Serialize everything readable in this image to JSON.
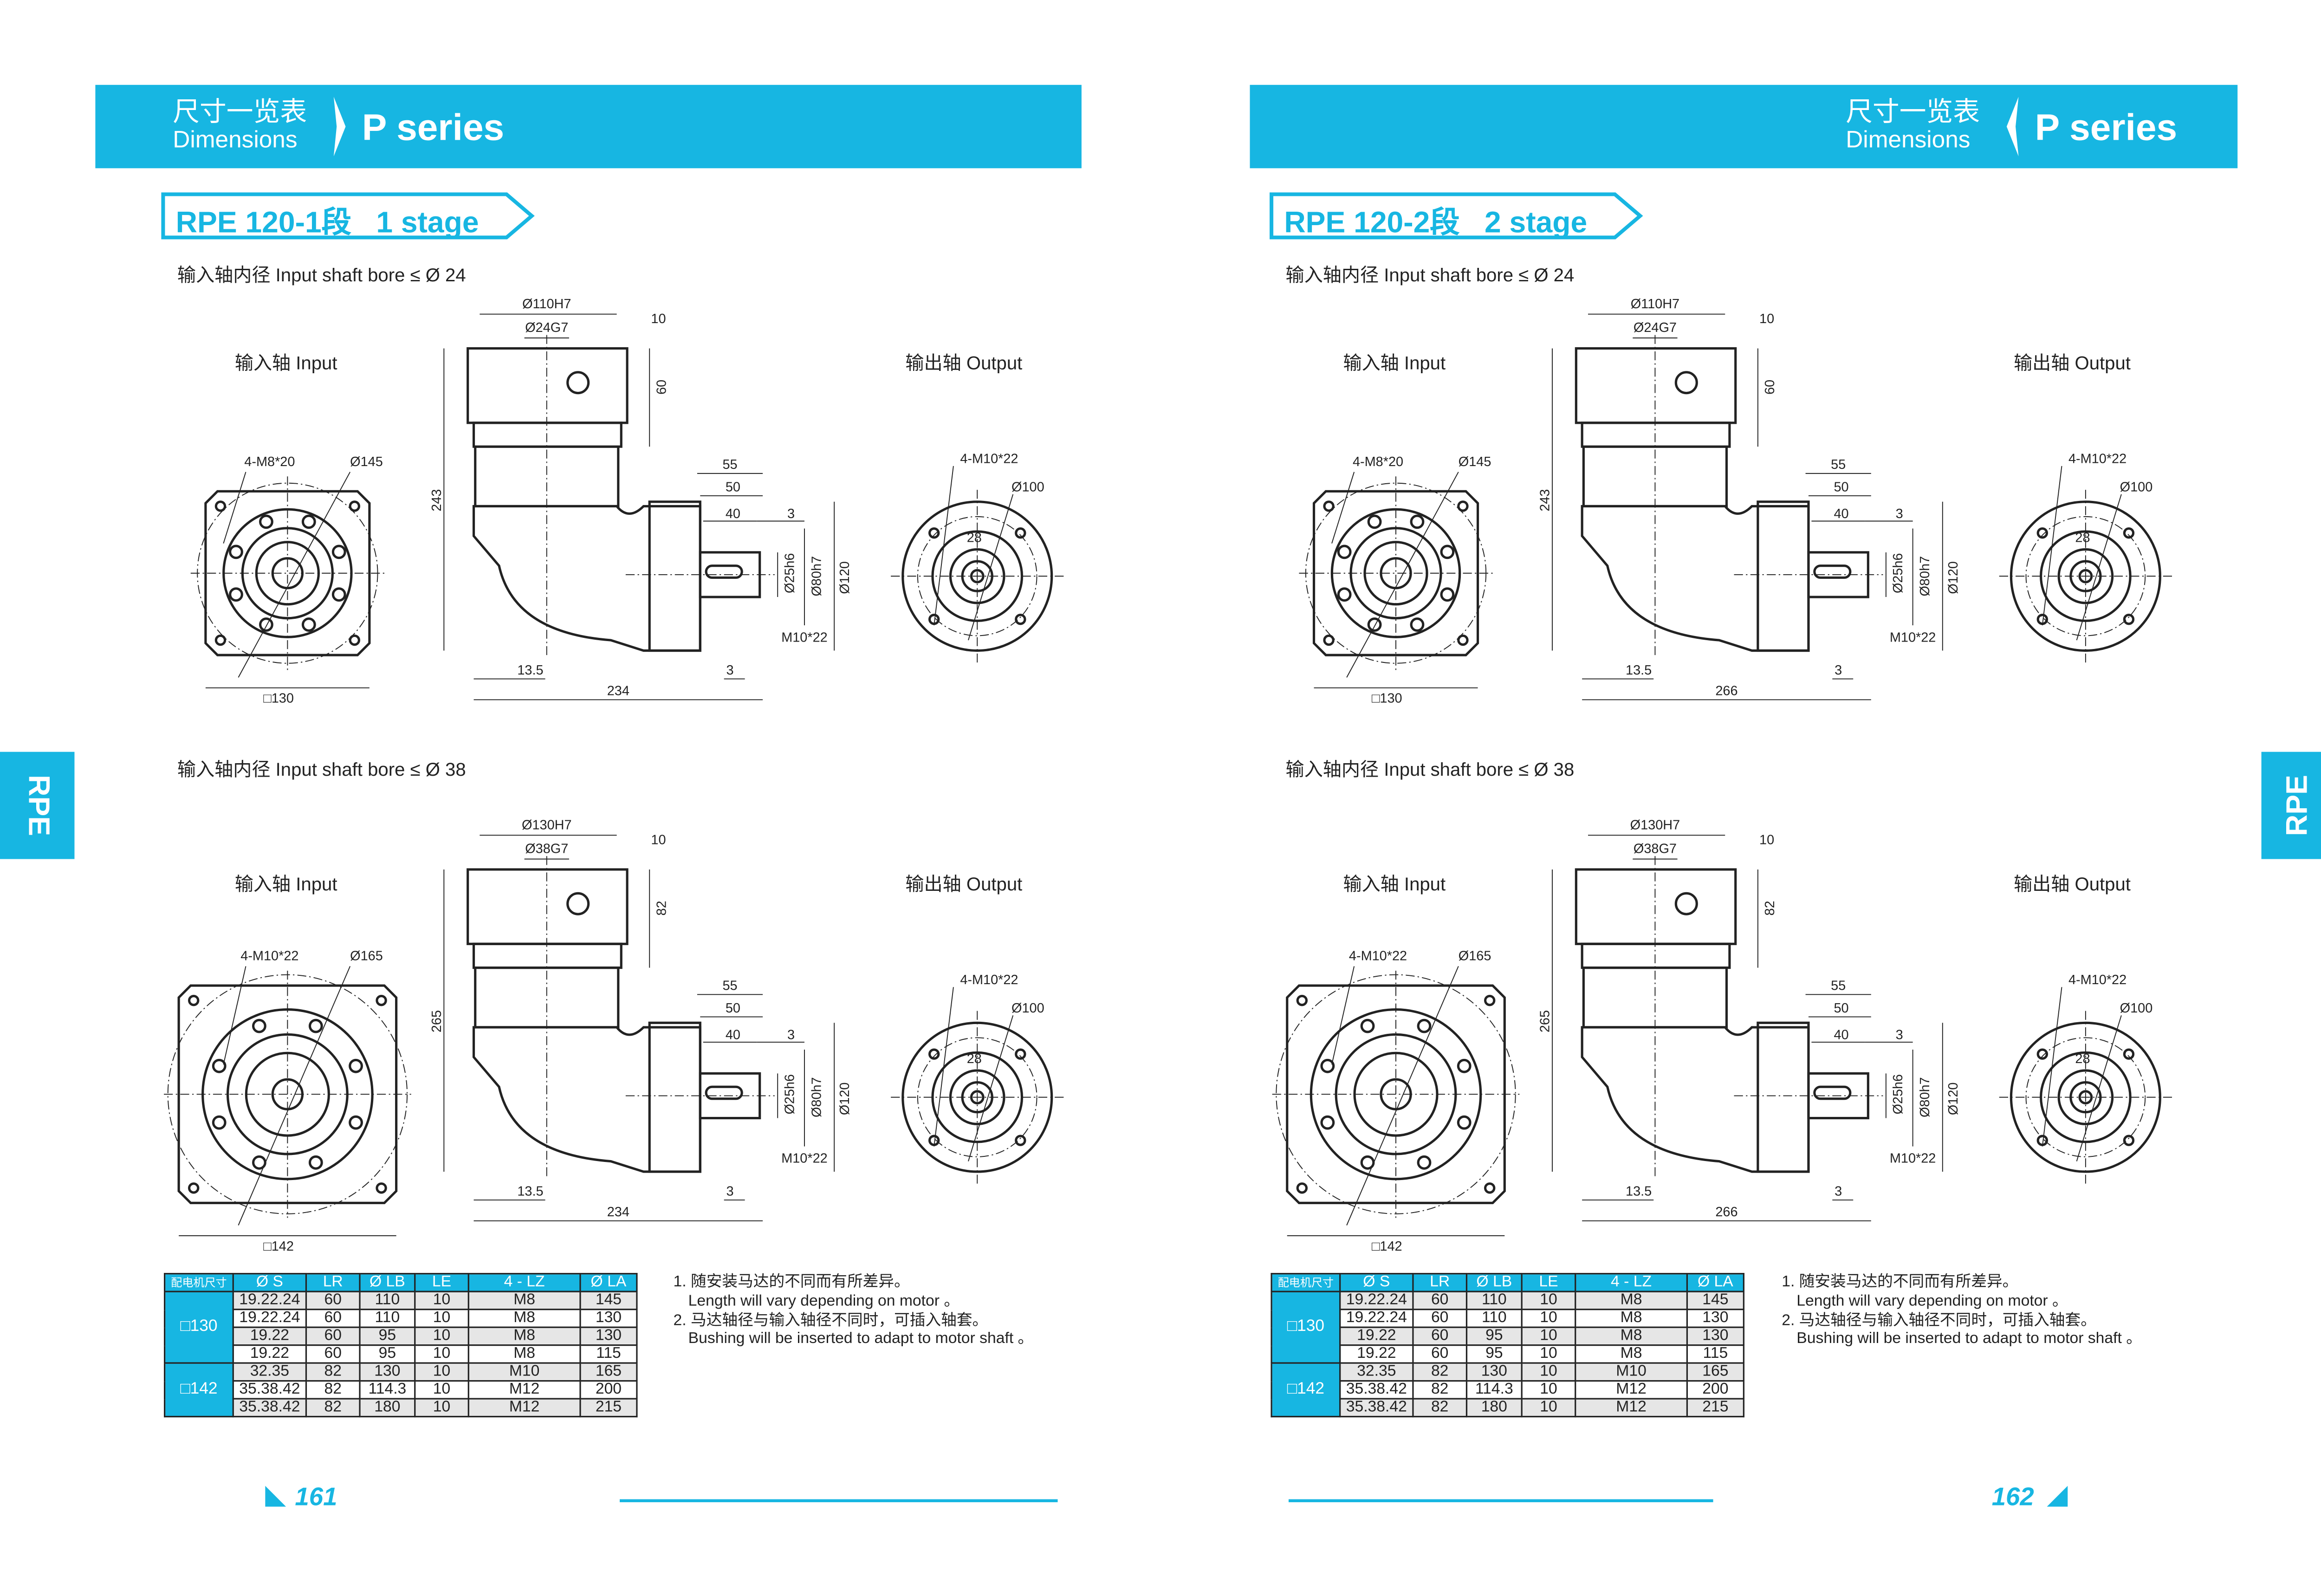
{
  "colors": {
    "accent": "#17b6e2"
  },
  "pages": [
    {
      "header": {
        "cn": "尺寸一览表",
        "en": "Dimensions",
        "series": "P series"
      },
      "stage": "RPE 120-1段   1 stage",
      "side_tab": "RPE",
      "bore_top": "输入轴内径 Input shaft bore ≤ Ø 24",
      "bore_bottom": "输入轴内径 Input shaft bore ≤ Ø 38",
      "drawings": [
        {
          "input": "输入轴  Input",
          "output": "输出轴  Output",
          "d_flange": "Ø110H7",
          "d_bore": "Ø24G7",
          "d_10": "10",
          "d_h": "60",
          "d_total_h": "243",
          "holes_in": "4-M8*20",
          "pcd_in": "Ø145",
          "d55": "55",
          "d50": "50",
          "d40": "40",
          "d3a": "3",
          "shaft": "Ø25h6",
          "pilot": "Ø80h7",
          "d_out": "Ø120",
          "thread": "M10*22",
          "d135": "13.5",
          "d3b": "3",
          "length": "234",
          "square": "□130",
          "holes_out": "4-M10*22",
          "pcd_out": "Ø100",
          "key": "28"
        },
        {
          "input": "输入轴  Input",
          "output": "输出轴  Output",
          "d_flange": "Ø130H7",
          "d_bore": "Ø38G7",
          "d_10": "10",
          "d_h": "82",
          "d_total_h": "265",
          "holes_in": "4-M10*22",
          "pcd_in": "Ø165",
          "d55": "55",
          "d50": "50",
          "d40": "40",
          "d3a": "3",
          "shaft": "Ø25h6",
          "pilot": "Ø80h7",
          "d_out": "Ø120",
          "thread": "M10*22",
          "d135": "13.5",
          "d3b": "3",
          "length": "234",
          "square": "□142",
          "holes_out": "4-M10*22",
          "pcd_out": "Ø100",
          "key": "28"
        }
      ],
      "table": {
        "headers": [
          "配电机尺寸",
          "Ø S",
          "LR",
          "Ø LB",
          "LE",
          "4 - LZ",
          "Ø LA"
        ],
        "groups": [
          {
            "label": "□130",
            "rows": [
              [
                "19.22.24",
                "60",
                "110",
                "10",
                "M8",
                "145"
              ],
              [
                "19.22.24",
                "60",
                "110",
                "10",
                "M8",
                "130"
              ],
              [
                "19.22",
                "60",
                "95",
                "10",
                "M8",
                "130"
              ],
              [
                "19.22",
                "60",
                "95",
                "10",
                "M8",
                "115"
              ]
            ]
          },
          {
            "label": "□142",
            "rows": [
              [
                "32.35",
                "82",
                "130",
                "10",
                "M10",
                "165"
              ],
              [
                "35.38.42",
                "82",
                "114.3",
                "10",
                "M12",
                "200"
              ],
              [
                "35.38.42",
                "82",
                "180",
                "10",
                "M12",
                "215"
              ]
            ]
          }
        ]
      },
      "notes": [
        "1. 随安装马达的不同而有所差异。",
        "Length will vary depending on motor 。",
        "2. 马达轴径与输入轴径不同时，可插入轴套。",
        "Bushing will be inserted to adapt to motor shaft 。"
      ],
      "page_number": "161"
    },
    {
      "header": {
        "cn": "尺寸一览表",
        "en": "Dimensions",
        "series": "P series"
      },
      "stage": "RPE 120-2段   2 stage",
      "side_tab": "RPE",
      "bore_top": "输入轴内径 Input shaft bore ≤ Ø 24",
      "bore_bottom": "输入轴内径 Input shaft bore ≤ Ø 38",
      "drawings": [
        {
          "input": "输入轴  Input",
          "output": "输出轴  Output",
          "d_flange": "Ø110H7",
          "d_bore": "Ø24G7",
          "d_10": "10",
          "d_h": "60",
          "d_total_h": "243",
          "holes_in": "4-M8*20",
          "pcd_in": "Ø145",
          "d55": "55",
          "d50": "50",
          "d40": "40",
          "d3a": "3",
          "shaft": "Ø25h6",
          "pilot": "Ø80h7",
          "d_out": "Ø120",
          "thread": "M10*22",
          "d135": "13.5",
          "d3b": "3",
          "length": "266",
          "square": "□130",
          "holes_out": "4-M10*22",
          "pcd_out": "Ø100",
          "key": "28"
        },
        {
          "input": "输入轴  Input",
          "output": "输出轴  Output",
          "d_flange": "Ø130H7",
          "d_bore": "Ø38G7",
          "d_10": "10",
          "d_h": "82",
          "d_total_h": "265",
          "holes_in": "4-M10*22",
          "pcd_in": "Ø165",
          "d55": "55",
          "d50": "50",
          "d40": "40",
          "d3a": "3",
          "shaft": "Ø25h6",
          "pilot": "Ø80h7",
          "d_out": "Ø120",
          "thread": "M10*22",
          "d135": "13.5",
          "d3b": "3",
          "length": "266",
          "square": "□142",
          "holes_out": "4-M10*22",
          "pcd_out": "Ø100",
          "key": "28"
        }
      ],
      "table": {
        "headers": [
          "配电机尺寸",
          "Ø S",
          "LR",
          "Ø LB",
          "LE",
          "4 - LZ",
          "Ø LA"
        ],
        "groups": [
          {
            "label": "□130",
            "rows": [
              [
                "19.22.24",
                "60",
                "110",
                "10",
                "M8",
                "145"
              ],
              [
                "19.22.24",
                "60",
                "110",
                "10",
                "M8",
                "130"
              ],
              [
                "19.22",
                "60",
                "95",
                "10",
                "M8",
                "130"
              ],
              [
                "19.22",
                "60",
                "95",
                "10",
                "M8",
                "115"
              ]
            ]
          },
          {
            "label": "□142",
            "rows": [
              [
                "32.35",
                "82",
                "130",
                "10",
                "M10",
                "165"
              ],
              [
                "35.38.42",
                "82",
                "114.3",
                "10",
                "M12",
                "200"
              ],
              [
                "35.38.42",
                "82",
                "180",
                "10",
                "M12",
                "215"
              ]
            ]
          }
        ]
      },
      "notes": [
        "1. 随安装马达的不同而有所差异。",
        "Length will vary depending on motor 。",
        "2. 马达轴径与输入轴径不同时，可插入轴套。",
        "Bushing will be inserted to adapt to motor shaft 。"
      ],
      "page_number": "162"
    }
  ]
}
